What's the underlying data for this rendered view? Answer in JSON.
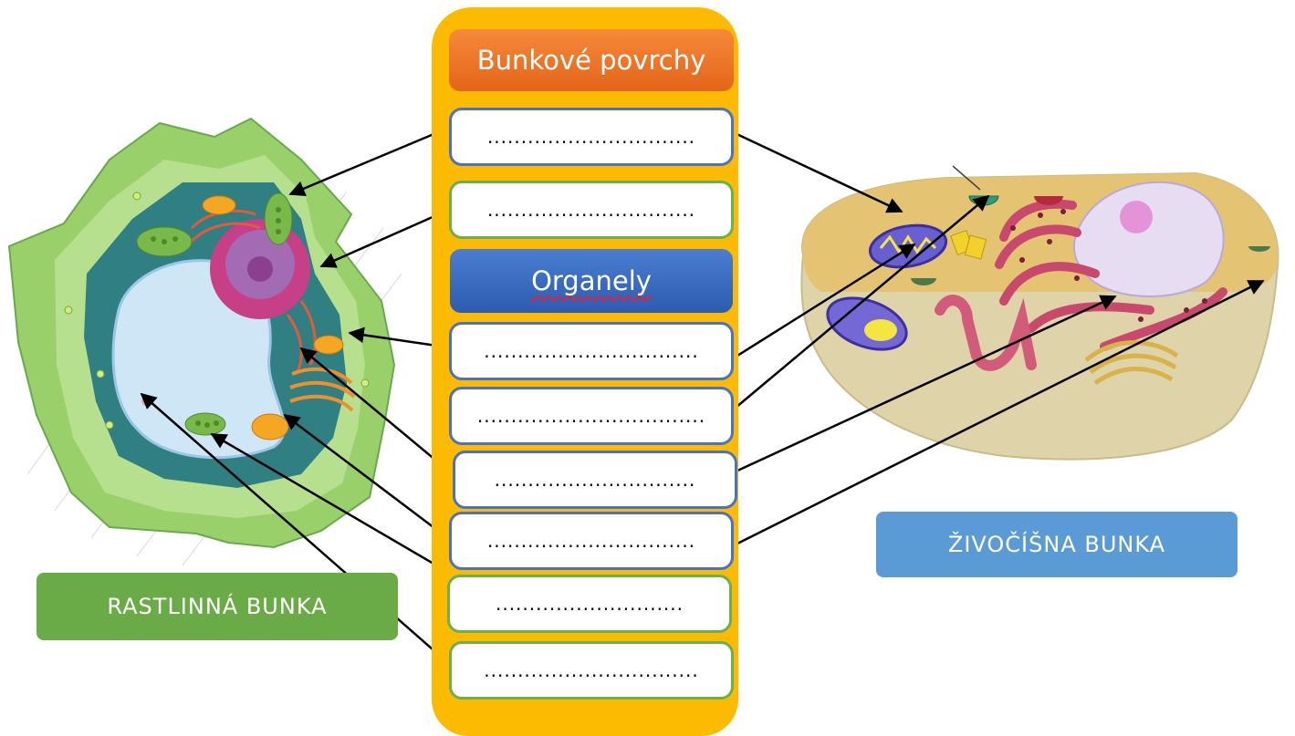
{
  "sections": {
    "surfaces_title": "Bunkové povrchy",
    "organelles_title": "Organely"
  },
  "blanks": {
    "b1": "...............................",
    "b2": "...............................",
    "b3": "................................",
    "b4": "..................................",
    "b5": "..............................",
    "b6": "...............................",
    "b7": "............................",
    "b8": "................................"
  },
  "labels": {
    "plant": "RASTLINNÁ BUNKA",
    "animal": "ŽIVOČÍŠNA BUNKA"
  },
  "colors": {
    "panel": "#fcbb00",
    "surfaces_header": "#f07a2a",
    "organelles_header": "#3a6cc4",
    "plant_label": "#6aab47",
    "animal_label": "#5b9bd5"
  }
}
